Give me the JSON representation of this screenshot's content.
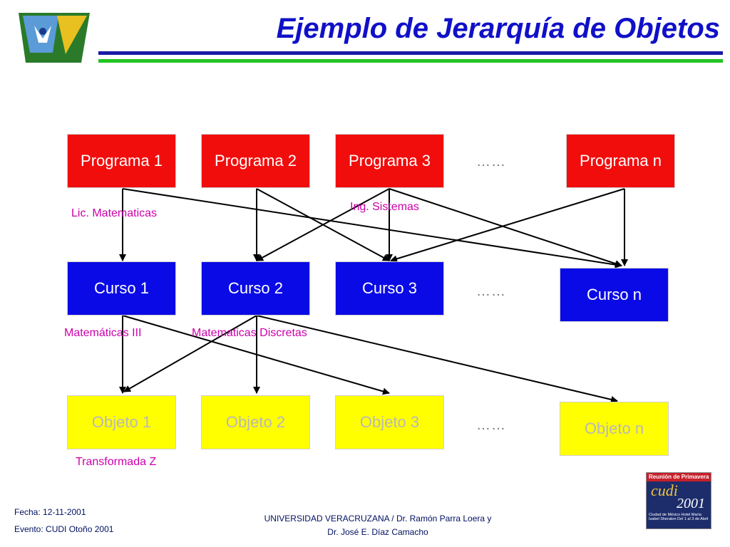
{
  "header": {
    "title": "Ejemplo de Jerarquía de Objetos"
  },
  "programas": [
    "Programa 1",
    "Programa 2",
    "Programa 3",
    "Programa n"
  ],
  "cursos": [
    "Curso 1",
    "Curso 2",
    "Curso 3",
    "Curso n"
  ],
  "objetos": [
    "Objeto 1",
    "Objeto 2",
    "Objeto 3",
    "Objeto n"
  ],
  "ellipsis": "……",
  "labels": {
    "lic_matematicas": "Lic. Matematicas",
    "ing_sistemas": "Ing. Sistemas",
    "matematicas_iii": "Matemáticas III",
    "matematicas_discretas": "Matematicas Discretas",
    "transformada_z": "Transformada Z"
  },
  "footer": {
    "fecha": "Fecha: 12-11-2001",
    "evento": "Evento: CUDI Otoño 2001",
    "credit_line1": "UNIVERSIDAD VERACRUZANA / Dr. Ramón Parra Loera y",
    "credit_line2": "Dr. José E. Díaz Camacho"
  },
  "event_logo": {
    "line1": "Reunión de Primavera",
    "line2": "cudi",
    "line3": "2001",
    "line4": "Ciudad de México Hotel María Isabel Sheraton Del 1 al 3 de Abril"
  },
  "colors": {
    "programa": "#f20d0d",
    "curso": "#0a0ae6",
    "objeto": "#ffff00",
    "title": "#1010c8",
    "annotation": "#cc00aa"
  }
}
